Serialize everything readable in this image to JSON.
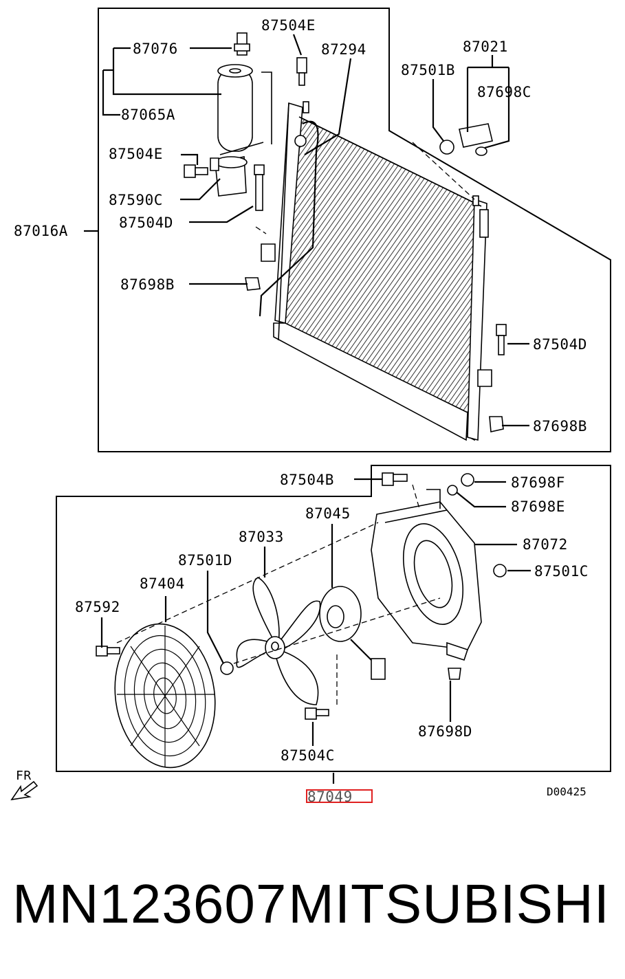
{
  "labels": {
    "p87504E_top": "87504E",
    "p87076": "87076",
    "p87294": "87294",
    "p87021": "87021",
    "p87501B": "87501B",
    "p87698C": "87698C",
    "p87065A": "87065A",
    "p87504E_left": "87504E",
    "p87590C": "87590C",
    "p87504D_left": "87504D",
    "p87016A": "87016A",
    "p87698B_left": "87698B",
    "p87504D_right": "87504D",
    "p87698B_right": "87698B",
    "p87504B": "87504B",
    "p87698F": "87698F",
    "p87698E": "87698E",
    "p87045": "87045",
    "p87033": "87033",
    "p87072": "87072",
    "p87501D": "87501D",
    "p87501C": "87501C",
    "p87404": "87404",
    "p87592": "87592",
    "p87698D": "87698D",
    "p87504C": "87504C",
    "p87049": "87049",
    "fr": "FR",
    "code": "D00425"
  },
  "footer": {
    "part_number": "MN123607",
    "brand": "MITSUBISHI"
  },
  "colors": {
    "highlight": "#e02020",
    "ink": "#000000"
  }
}
